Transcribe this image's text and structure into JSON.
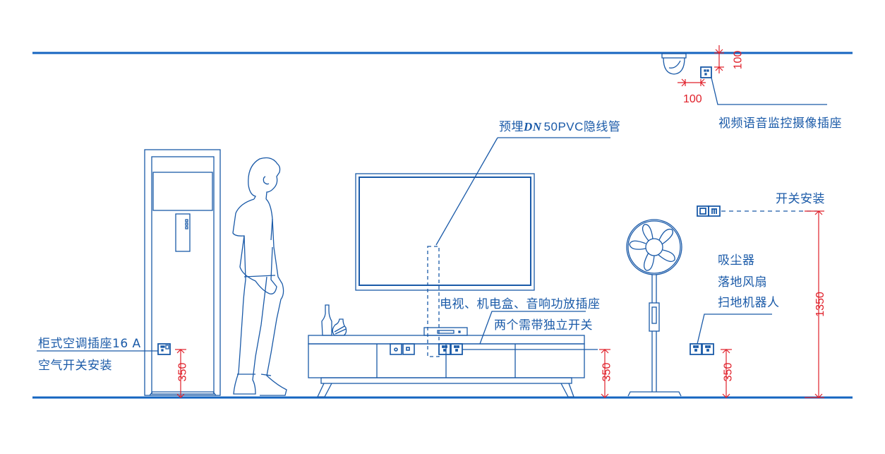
{
  "colors": {
    "line": "#1a5aa8",
    "floor_ceiling": "#1565c0",
    "dimension": "#e0202a",
    "background": "#ffffff"
  },
  "labels": {
    "camera_socket": "视频语音监控摄像插座",
    "conduit_prefix": "预埋",
    "conduit_dn": "DN",
    "conduit_suffix": "50PVC隐线管",
    "tv_sockets_line1": "电视、机电盒、音响功放插座",
    "tv_sockets_line2": "两个需带独立开关",
    "ac_socket_line1": "柜式空调插座16 A",
    "ac_socket_line2": "空气开关安装",
    "switch_install": "开关安装",
    "appliances": [
      "吸尘器",
      "落地风扇",
      "扫地机器人"
    ]
  },
  "dimensions": {
    "camera_top": "100",
    "camera_side": "100",
    "ac_height": "350",
    "tv_cabinet_height": "350",
    "floor_socket_height": "350",
    "switch_height": "1350"
  },
  "objects": [
    "ceiling-line",
    "floor-line",
    "dome-camera",
    "camera-socket",
    "floor-standing-air-conditioner",
    "standing-person",
    "wall-tv",
    "tv-cabinet",
    "set-top-box",
    "vases",
    "standing-fan",
    "wall-switch",
    "floor-level-double-socket"
  ]
}
